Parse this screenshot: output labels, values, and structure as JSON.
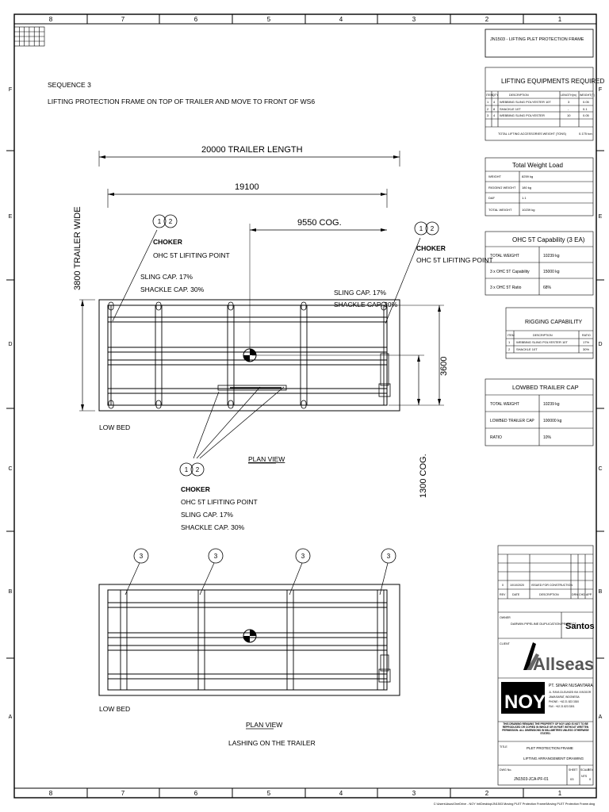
{
  "grid": {
    "columns": [
      "8",
      "7",
      "6",
      "5",
      "4",
      "3",
      "2",
      "1"
    ],
    "rows": [
      "F",
      "E",
      "D",
      "C",
      "B",
      "A"
    ]
  },
  "sequence": {
    "title": "SEQUENCE 3",
    "description": "LIFTING PROTECTION FRAME ON TOP OF TRAILER AND MOVE TO FRONT OF WS6"
  },
  "plan1": {
    "trailer_length": "20000 TRAILER LENGTH",
    "dim_19100": "19100",
    "cog_9550": "9550 COG.",
    "trailer_wide": "3800 TRAILER WIDE",
    "dim_3600": "3600",
    "cog_1300": "1300 COG.",
    "low_bed": "LOW BED",
    "view_label": "PLAN VIEW",
    "callout_left": {
      "n1": "1",
      "n2": "2",
      "title": "CHOKER",
      "sub": "OHC 5T LIFITING POINT",
      "cap1": "SLING CAP. 17%",
      "cap2": "SHACKLE CAP. 30%"
    },
    "callout_right": {
      "n1": "1",
      "n2": "2",
      "title": "CHOKER",
      "sub": "OHC 5T LIFITING POINT",
      "cap1": "SLING CAP. 17%",
      "cap2": "SHACKLE CAP. 30%"
    },
    "callout_bottom": {
      "n1": "1",
      "n2": "2",
      "title": "CHOKER",
      "sub": "OHC 5T LIFITING POINT",
      "cap1": "SLING CAP. 17%",
      "cap2": "SHACKLE CAP. 30%"
    }
  },
  "plan2": {
    "callouts": [
      "3",
      "3",
      "3",
      "3"
    ],
    "low_bed": "LOW BED",
    "view_label": "PLAN VIEW",
    "sub_label": "LASHING ON THE TRAILER"
  },
  "header_box": {
    "title": "JN1503 - LIFTING PLET PROTECTION FRAME"
  },
  "lifting_equipment": {
    "title": "LIFTING EQUIPMENTS REQUIRED",
    "columns": [
      "ITEM",
      "QTY",
      "DESCRIPTION",
      "LENGTH(m)",
      "WEIGHT(T)"
    ],
    "rows": [
      [
        "1",
        "4",
        "WEBBING SLING POLYESTER 10T",
        "3",
        "0.05"
      ],
      [
        "2",
        "8",
        "SHACKLE 10T",
        "-",
        "0.1"
      ],
      [
        "3",
        "4",
        "WEBBING SLING POLYESTER",
        "10",
        "0.05"
      ]
    ],
    "total_label": "TOTAL LIFTING ACCESSORIES WEIGHT (TONS)",
    "total_value": "0.175 ton"
  },
  "total_weight_load": {
    "title": "Total Weight Load",
    "rows": [
      [
        "WEIGHT",
        "8259 kg"
      ],
      [
        "RIGGING WEIGHT",
        "180 kg"
      ],
      [
        "DAF",
        "1.1"
      ],
      [
        "TOTAL WEIGHT",
        "10239 kg"
      ]
    ]
  },
  "ohc_capability": {
    "title": "OHC 5T Capability (3 EA)",
    "rows": [
      [
        "TOTAL WEIGHT",
        "10239 kg"
      ],
      [
        "3 x OHC 5T Capability",
        "15000 kg"
      ],
      [
        "3 x OHC 5T Ratio",
        "68%"
      ]
    ]
  },
  "rigging_capability": {
    "title": "RIGGING CAPABILITY",
    "columns": [
      "ITEM",
      "DESCRIPTION",
      "RATIO"
    ],
    "rows": [
      [
        "1",
        "WEBBING SLING POLYESTER 10T",
        "17%"
      ],
      [
        "2",
        "SHACKLE 10T",
        "30%"
      ]
    ]
  },
  "lowbed_cap": {
    "title": "LOWBED TRAILER CAP",
    "rows": [
      [
        "TOTAL WEIGHT",
        "10239 kg"
      ],
      [
        "LOWBED TRAILER CAP",
        "100000 kg"
      ],
      [
        "RATIO",
        "10%"
      ]
    ]
  },
  "title_block": {
    "rev_no": "0",
    "rev_date": "10/10/2020",
    "rev_desc": "ISSUED FOR CONSTRUCTION",
    "rev_headers": [
      "REV",
      "DATE",
      "DESCRIPTION",
      "DRN",
      "CHD",
      "APP"
    ],
    "owner_label": "OWNER",
    "project": "DARWIN PIPELINE DUPLICATION PROJECT",
    "owner_logo": "Santos",
    "client_label": "CLIENT",
    "client_logo": "Allseas",
    "contractor_logo": "NOY",
    "contractor_name": "PT. SINAR NUSANTARA",
    "contractor_lines": [
      "JL. RAYA CILEUNGSI KM. 8 BOGOR",
      "JAWA BARAT, INDONESIA",
      "PHONE : +62 21 823 3300",
      "FAX : +62 21 823 3301"
    ],
    "disclaimer": "THIS DRAWING REMAINS THE PROPERTY OF NOY AND IS NOT TO BE REPRODUCED OR COPIED IN WHOLE OR IN PART WITHOUT WRITTEN PERMISSION. ALL DIMENSIONS IN MILLIMETRES UNLESS OTHERWISE STATED.",
    "title_label": "TITLE",
    "title_line1": "PLET PROTECTION FRAME",
    "title_line2": "LIFTING ARRANGEMENT DRAWING",
    "dwg_label": "DWG No.",
    "dwg_no": "JN1503-JCA-PF-01",
    "sheet_label": "SHEET",
    "sheet_val": "03",
    "scale_label": "SCALE",
    "scale_val": "NTS",
    "rev_label": "REV",
    "rev_val": "0"
  },
  "file_path": "C:\\Users\\Asus\\OneDrive - NOY Int\\Desktop\\JN1503 Moving PLET Protection Frame\\Moving PLET Protection Frame.dwg"
}
